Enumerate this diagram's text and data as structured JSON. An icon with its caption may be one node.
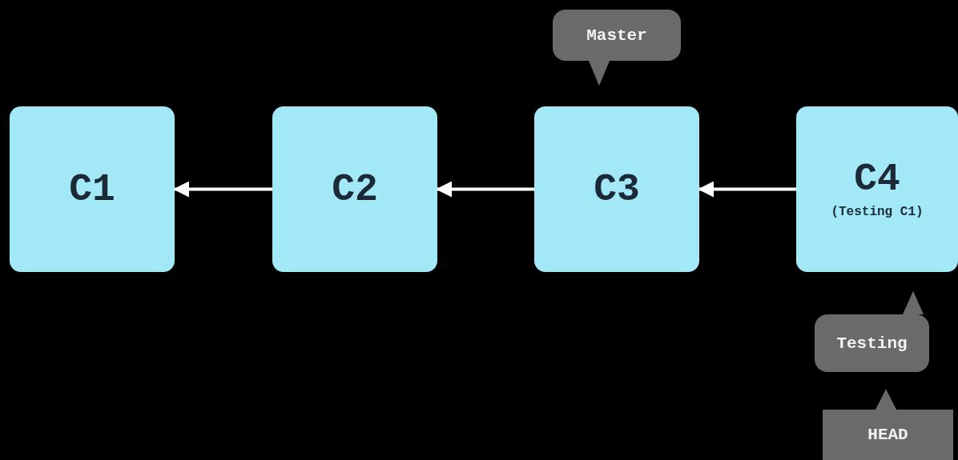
{
  "diagram": {
    "nodes": [
      {
        "text": [
          "C1"
        ]
      },
      {
        "text": [
          "C2"
        ]
      },
      {
        "text": [
          "C3"
        ]
      },
      {
        "text": [
          "C4",
          "(Testing C1)"
        ]
      },
      {
        "text": [
          "Master"
        ]
      },
      {
        "text": [
          "Testing"
        ]
      },
      {
        "text": [
          "HEAD"
        ]
      }
    ],
    "edges": [
      {
        "from": 1,
        "to": 0,
        "arrow": "to"
      },
      {
        "from": 2,
        "to": 1,
        "arrow": "to"
      },
      {
        "from": 3,
        "to": 2,
        "arrow": "to"
      },
      {
        "from": 4,
        "to": 2,
        "arrow": "to"
      },
      {
        "from": 5,
        "to": 3,
        "arrow": "to"
      },
      {
        "from": 6,
        "to": 5,
        "arrow": "to"
      }
    ]
  }
}
